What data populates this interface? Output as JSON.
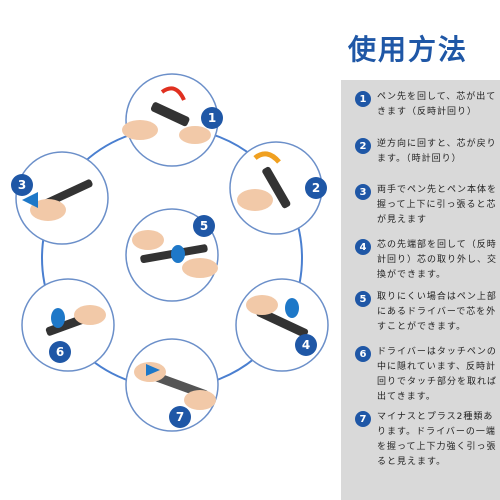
{
  "title": "使用方法",
  "colors": {
    "accent": "#1f57a6",
    "panel": "#d9d9d9",
    "circle_outline": "#4a7fd0",
    "arrow_blue": "#1e78c8",
    "arrow_orange": "#f0a020",
    "arrow_red": "#e03020"
  },
  "illustration": {
    "circle_numbers": [
      "1",
      "2",
      "3",
      "4",
      "5",
      "6",
      "7"
    ]
  },
  "steps": [
    {
      "number": "1",
      "text": "ペン先を回して、芯が出てきます（反時計回り）"
    },
    {
      "number": "2",
      "text": "逆方向に回すと、芯が戻ります。（時計回り）"
    },
    {
      "number": "3",
      "text": "両手でペン先とペン本体を握って上下に引っ張ると芯が見えます"
    },
    {
      "number": "4",
      "text": "芯の先端部を回して（反時計回り）芯の取り外し、交換ができます。"
    },
    {
      "number": "5",
      "text": "取りにくい場合はペン上部にあるドライバーで芯を外すことができます。"
    },
    {
      "number": "6",
      "text": "ドライバーはタッチペンの中に隠れています、反時計回りでタッチ部分を取れば出てきます。"
    },
    {
      "number": "7",
      "text": "マイナスとプラス2種類あります。ドライバーの一端を握って上下力強く引っ張ると見えます。"
    }
  ]
}
